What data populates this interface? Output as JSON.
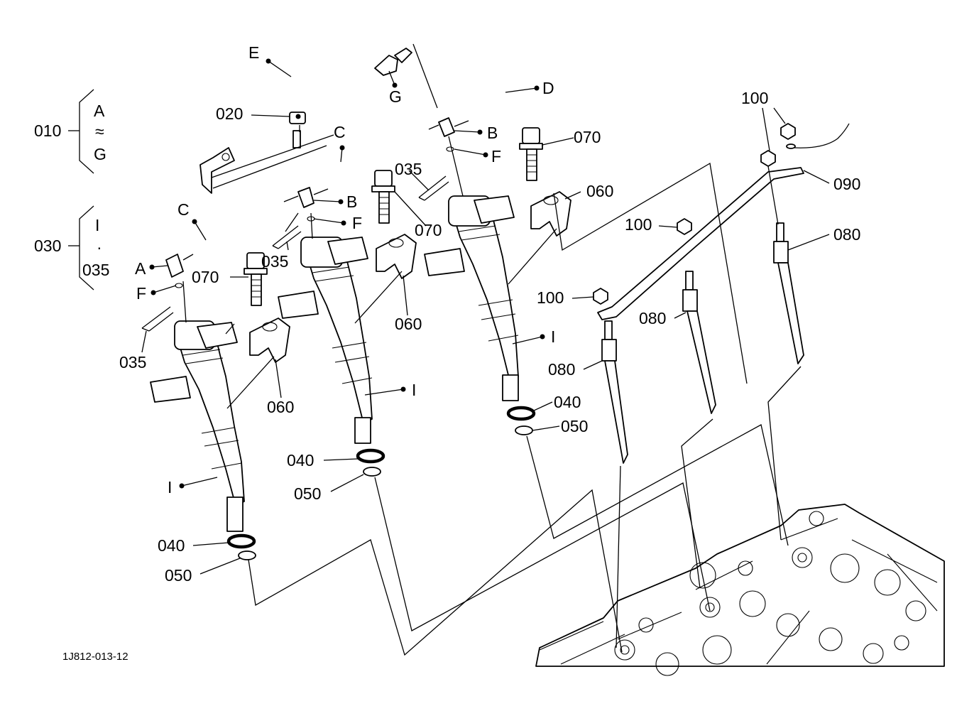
{
  "diagram_code": "1J812-013-12",
  "groups": [
    {
      "code": "010",
      "top": "A",
      "middle": "≈",
      "bottom": "G"
    },
    {
      "code": "030",
      "top": "I",
      "middle": "·",
      "bottom": "035"
    }
  ],
  "callouts": [
    "E",
    "G",
    "D",
    "020",
    "C",
    "B",
    "F",
    "070",
    "060",
    "035",
    "C",
    "B",
    "F",
    "070",
    "A",
    "F",
    "070",
    "035",
    "035",
    "060",
    "060",
    "I",
    "I",
    "I",
    "040",
    "050",
    "040",
    "050",
    "040",
    "050",
    "100",
    "090",
    "100",
    "080",
    "100",
    "080",
    "080"
  ],
  "colors": {
    "line": "#000000",
    "background": "#ffffff"
  }
}
